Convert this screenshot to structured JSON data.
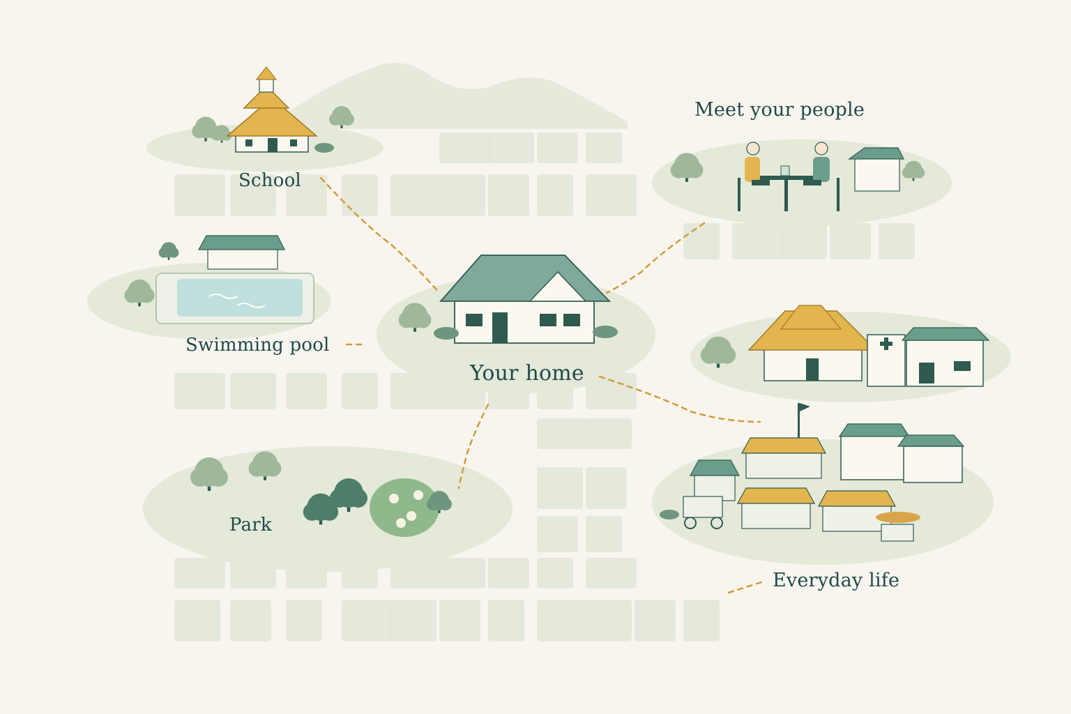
{
  "map": {
    "colors": {
      "background": "#f8f5ee",
      "block": "#dfe4d4",
      "blob": "#e4e9d9",
      "tree": "#9fb89a",
      "tree_dark": "#4e7d6a",
      "roof_gold": "#e3b54e",
      "roof_teal": "#6a9e8a",
      "outline": "#2f5a50",
      "route": "#d49a3a",
      "water": "#bfe0dc",
      "label": "#1f4a4a"
    },
    "places": {
      "school": {
        "label": "School",
        "icon": "temple-icon"
      },
      "pool": {
        "label": "Swimming pool",
        "icon": "pool-icon"
      },
      "home": {
        "label": "Your home",
        "icon": "house-icon"
      },
      "people": {
        "label": "Meet your people",
        "icon": "cafe-table-icon"
      },
      "park": {
        "label": "Park",
        "icon": "tree-icon"
      },
      "everyday": {
        "label": "Everyday life",
        "icon": "market-icon"
      }
    }
  }
}
